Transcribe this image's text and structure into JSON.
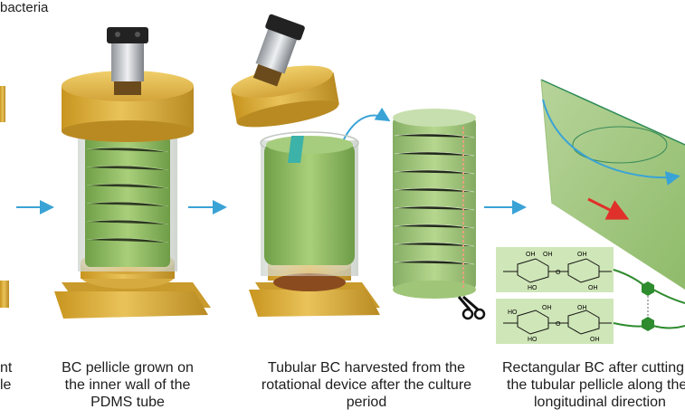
{
  "header_text": "bacteria",
  "captions": {
    "left_partial_1": "nt",
    "left_partial_2": "le",
    "step_grown_1": "BC pellicle grown on",
    "step_grown_2": "the inner wall of the",
    "step_grown_3": "PDMS tube",
    "step_harvest_1": "Tubular BC harvested from the",
    "step_harvest_2": "rotational device after the culture",
    "step_harvest_3": "period",
    "step_rect_1": "Rectangular BC after cutting",
    "step_rect_2": "the tubular pellicle along the",
    "step_rect_3": "longitudinal direction"
  },
  "chem_labels": {
    "oh": "OH",
    "ho": "HO",
    "o": "O"
  },
  "colors": {
    "gold": "#d9ad3c",
    "gold_dark": "#b98a22",
    "pellicle_green": "#8fbf62",
    "arrow_blue": "#3aa3d6",
    "chem_box": "#cfe6b8",
    "hex_green": "#2e8b2e",
    "red_arrow": "#e0302a"
  },
  "icons": [
    "scissors-icon",
    "process-arrow-icon"
  ]
}
